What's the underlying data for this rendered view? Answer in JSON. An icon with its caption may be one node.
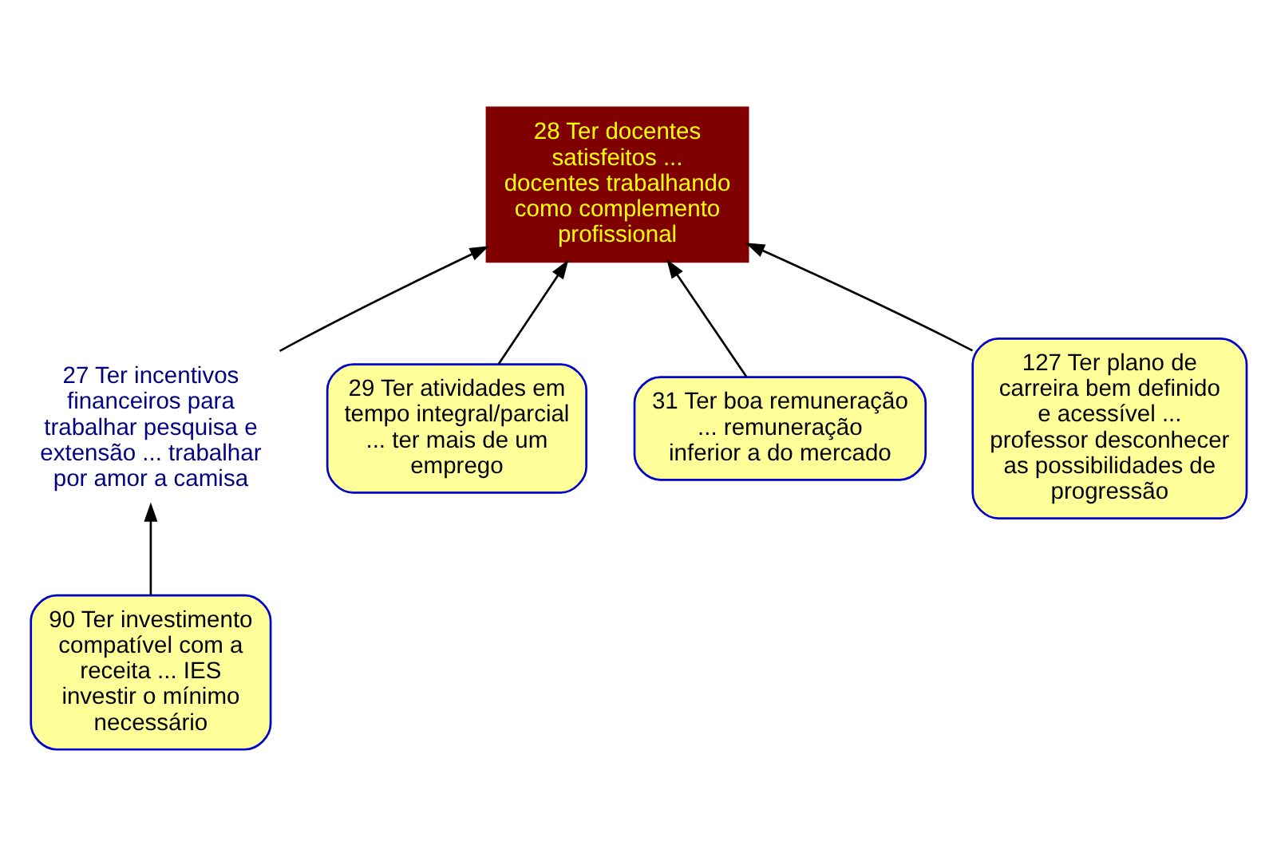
{
  "diagram": {
    "nodes": [
      {
        "text": [
          "28 Ter docentes satisfeitos ... docentes trabalhando como complemento profissional"
        ]
      },
      {
        "text": [
          "27 Ter incentivos financeiros para trabalhar pesquisa e extensão ... trabalhar por amor a camisa"
        ]
      },
      {
        "text": [
          "29 Ter atividades em tempo integral/parcial ... ter mais de um emprego"
        ]
      },
      {
        "text": [
          "31 Ter boa remuneração ... remuneração inferior a do mercado"
        ]
      },
      {
        "text": [
          "90 Ter investimento compatível com a receita ... IES investir o mínimo necessário"
        ]
      },
      {
        "text": [
          "127 Ter plano de carreira bem definido e acessível ... professor desconhecer as possibilidades de progressão"
        ]
      }
    ],
    "edges": [
      {
        "from": 1,
        "to": 0,
        "arrow": "to"
      },
      {
        "from": 5,
        "to": 0,
        "arrow": "to"
      },
      {
        "from": 2,
        "to": 0,
        "arrow": "to"
      },
      {
        "from": 3,
        "to": 0,
        "arrow": "to"
      },
      {
        "from": 4,
        "to": 1,
        "arrow": "to"
      }
    ]
  }
}
